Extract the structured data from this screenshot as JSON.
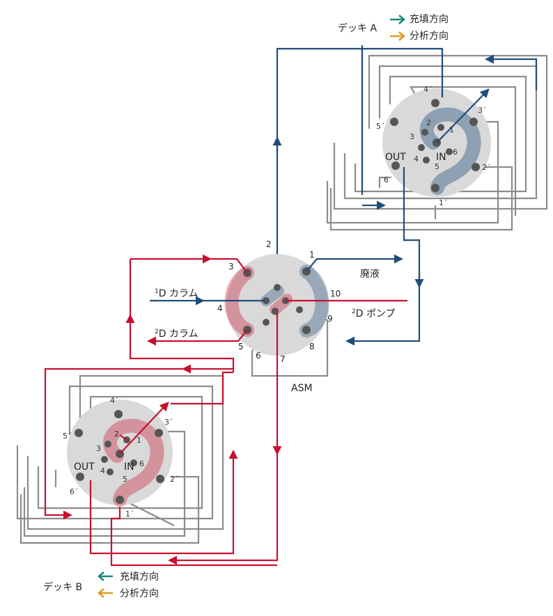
{
  "colors": {
    "blue": "#1f4e79",
    "red": "#c8102e",
    "gray": "#8c8c8c",
    "disc": "#d9d9d9",
    "blue_fill": "#9fb6cd",
    "red_fill": "#e79aa5",
    "teal": "#1a8a7a",
    "orange": "#e09a2a"
  },
  "legend_a": {
    "deck": "デッキ A",
    "fill": "充填方向",
    "analysis": "分析方向"
  },
  "legend_b": {
    "deck": "デッキ B",
    "fill": "充填方向",
    "analysis": "分析方向"
  },
  "asm": {
    "name": "ASM",
    "ports": [
      "1",
      "2",
      "3",
      "4",
      "5",
      "6",
      "7",
      "8",
      "9",
      "10"
    ],
    "waste": "廃液",
    "col1_prefix": "1",
    "col1": "D カラム",
    "col2_prefix": "2",
    "col2": "D カラム",
    "pump_prefix": "2",
    "pump": "D ポンプ"
  },
  "deck_ports": {
    "inner": [
      "1",
      "2",
      "3",
      "4",
      "5",
      "6"
    ],
    "outer": [
      "1´",
      "2´",
      "3´",
      "4´",
      "5´",
      "6´"
    ],
    "out": "OUT",
    "in": "IN"
  }
}
